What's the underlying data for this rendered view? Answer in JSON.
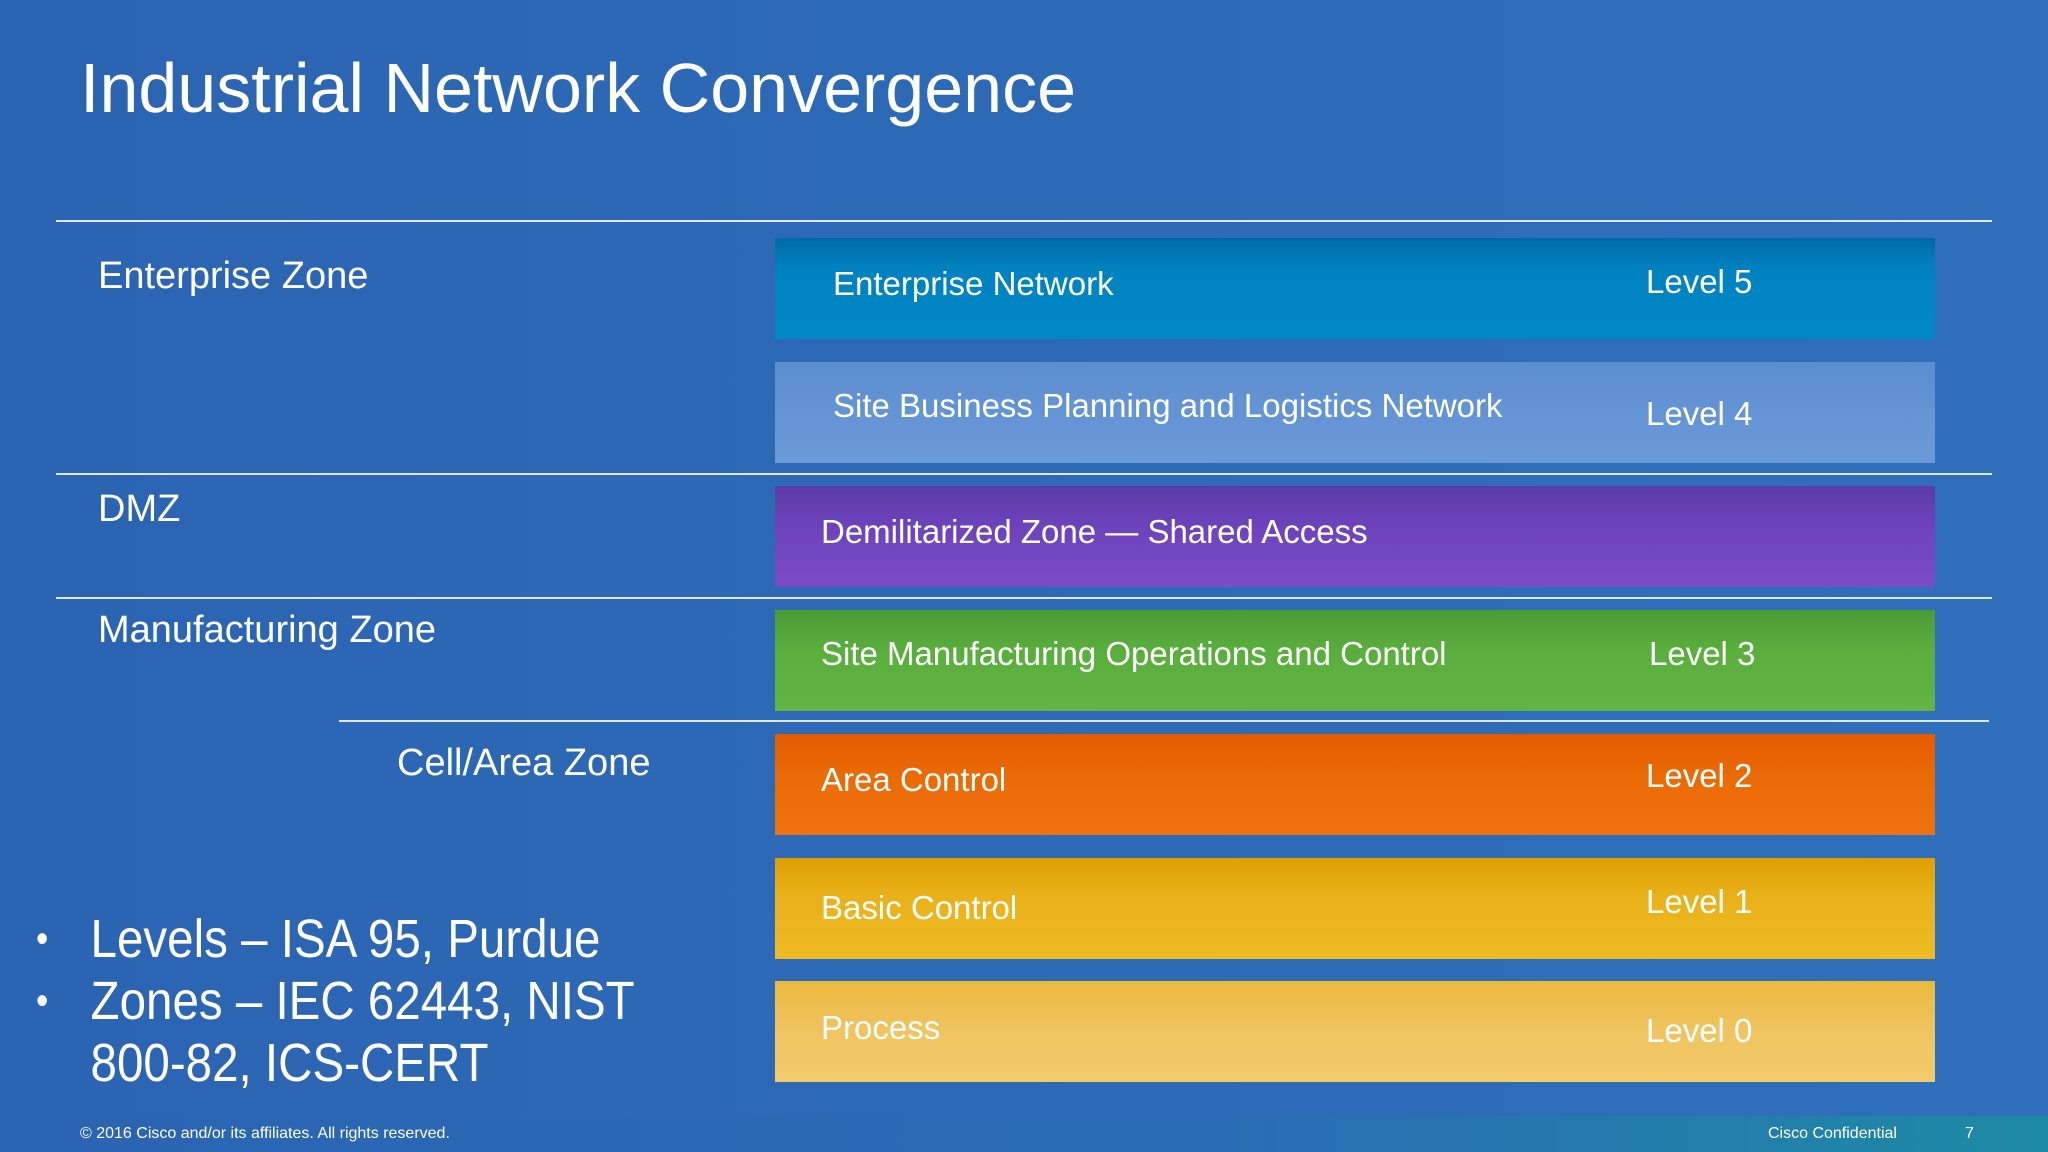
{
  "title": "Industrial Network Convergence",
  "zones": {
    "enterprise": "Enterprise Zone",
    "dmz": "DMZ",
    "manufacturing": "Manufacturing Zone",
    "cell_area": "Cell/Area Zone"
  },
  "levels": [
    {
      "name": "Enterprise Network",
      "level": "Level 5",
      "color": "#0082bf"
    },
    {
      "name": "Site Business Planning and Logistics Network",
      "level": "Level 4",
      "color": "#6c9ad8"
    },
    {
      "name": "Demilitarized Zone — Shared Access",
      "level": "",
      "color": "#6d43bb"
    },
    {
      "name": "Site Manufacturing Operations and Control",
      "level": "Level 3",
      "color": "#5aae3d"
    },
    {
      "name": "Area Control",
      "level": "Level 2",
      "color": "#ea6a05"
    },
    {
      "name": "Basic Control",
      "level": "Level 1",
      "color": "#eab21a"
    },
    {
      "name": "Process",
      "level": "Level 0",
      "color": "#f0c460"
    }
  ],
  "bullets": [
    "Levels – ISA 95, Purdue",
    "Zones – IEC 62443, NIST 800-82, ICS-CERT"
  ],
  "bullet_glyph": "•",
  "footer": {
    "copyright": "© 2016  Cisco and/or its affiliates. All rights reserved.",
    "confidential": "Cisco Confidential",
    "page": "7"
  }
}
